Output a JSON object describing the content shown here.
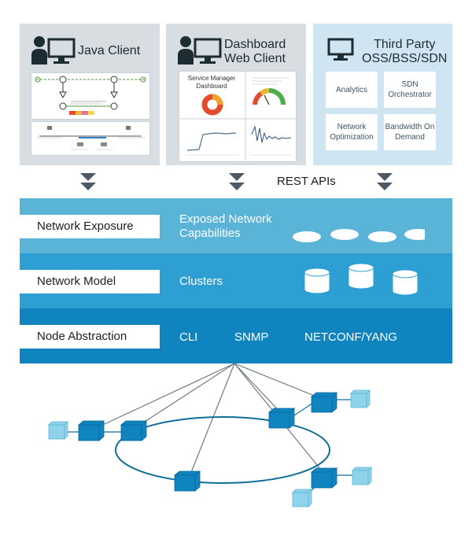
{
  "clients": {
    "java": {
      "title": "Java Client"
    },
    "dashboard": {
      "title_line1": "Dashboard",
      "title_line2": "Web Client",
      "preview_title_line1": "Service Manager",
      "preview_title_line2": "Dashboard"
    },
    "third_party": {
      "title_line1": "Third Party",
      "title_line2": "OSS/BSS/SDN",
      "boxes": [
        "Analytics",
        "SDN Orchestrator",
        "Network Optimization",
        "Bandwidth On Demand"
      ]
    }
  },
  "rest_apis_label": "REST APIs",
  "layers": {
    "exposure": {
      "label": "Network Exposure",
      "text_line1": "Exposed Network",
      "text_line2": "Capabilities",
      "color": "#5ab4d8"
    },
    "model": {
      "label": "Network Model",
      "text": "Clusters",
      "color": "#2d9fd2"
    },
    "abstraction": {
      "label": "Node Abstraction",
      "protocols": [
        "CLI",
        "SNMP",
        "NETCONF/YANG"
      ],
      "color": "#0f84bf"
    }
  },
  "colors": {
    "panel_gray": "#d7dde1",
    "panel_blue": "#cfe6f2",
    "arrow": "#4d5a63",
    "node_dark": "#0f84bf",
    "node_light": "#8fd3ea",
    "ring": "#0f6e9a",
    "link": "#6f7a82"
  }
}
